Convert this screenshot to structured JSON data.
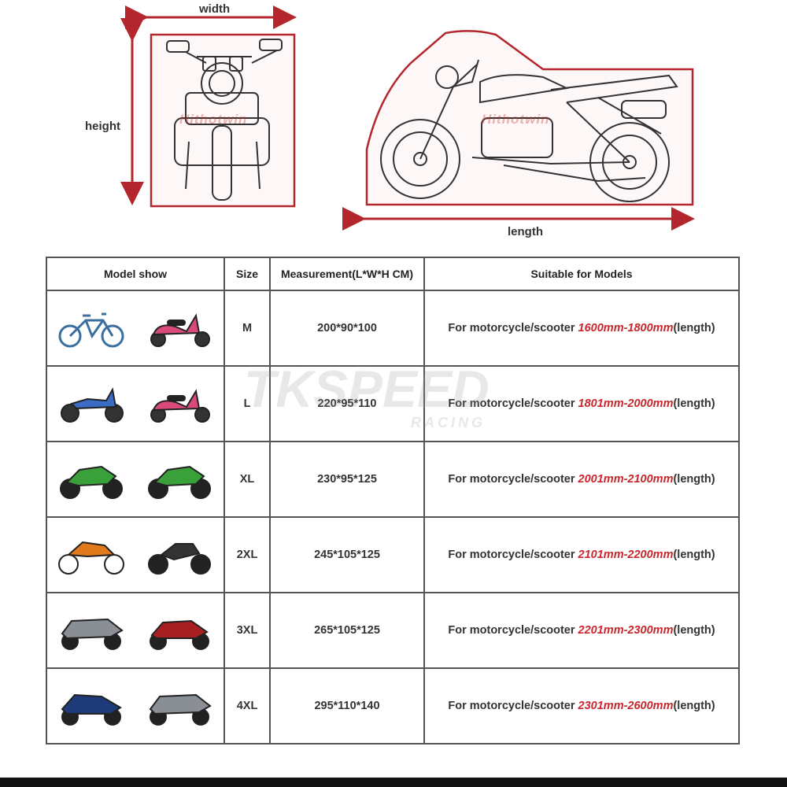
{
  "diagram": {
    "width_label": "width",
    "height_label": "height",
    "length_label": "length",
    "watermark": "Hithotwin",
    "accent_color": "#b3262d"
  },
  "table": {
    "headers": {
      "model_show": "Model show",
      "size": "Size",
      "measurement": "Measurement(L*W*H CM)",
      "suitable": "Suitable for Models"
    },
    "rows": [
      {
        "size": "M",
        "measurement": "200*90*100",
        "prefix": "For motorcycle/scooter ",
        "range": "1600mm-1800mm",
        "suffix": "(length)",
        "models": [
          "bicycle-icon",
          "scooter-icon"
        ]
      },
      {
        "size": "L",
        "measurement": "220*95*110",
        "prefix": "For motorcycle/scooter ",
        "range": "1801mm-2000mm",
        "suffix": "(length)",
        "models": [
          "underbone-motorcycle-icon",
          "scooter-icon"
        ]
      },
      {
        "size": "XL",
        "measurement": "230*95*125",
        "prefix": "For motorcycle/scooter ",
        "range": "2001mm-2100mm",
        "suffix": "(length)",
        "models": [
          "sportbike-icon",
          "sportbike-icon"
        ]
      },
      {
        "size": "2XL",
        "measurement": "245*105*125",
        "prefix": "For motorcycle/scooter ",
        "range": "2101mm-2200mm",
        "suffix": "(length)",
        "models": [
          "dirtbike-icon",
          "naked-bike-icon"
        ]
      },
      {
        "size": "3XL",
        "measurement": "265*105*125",
        "prefix": "For motorcycle/scooter ",
        "range": "2201mm-2300mm",
        "suffix": "(length)",
        "models": [
          "touring-bike-icon",
          "maxi-scooter-icon"
        ]
      },
      {
        "size": "4XL",
        "measurement": "295*110*140",
        "prefix": "For motorcycle/scooter ",
        "range": "2301mm-2600mm",
        "suffix": "(length)",
        "models": [
          "cruiser-icon",
          "touring-bike-icon"
        ]
      }
    ]
  },
  "logo_watermark": {
    "main": "TKSPEED",
    "sub": "RACING"
  },
  "colors": {
    "range_text": "#c8262c",
    "border": "#555555"
  }
}
